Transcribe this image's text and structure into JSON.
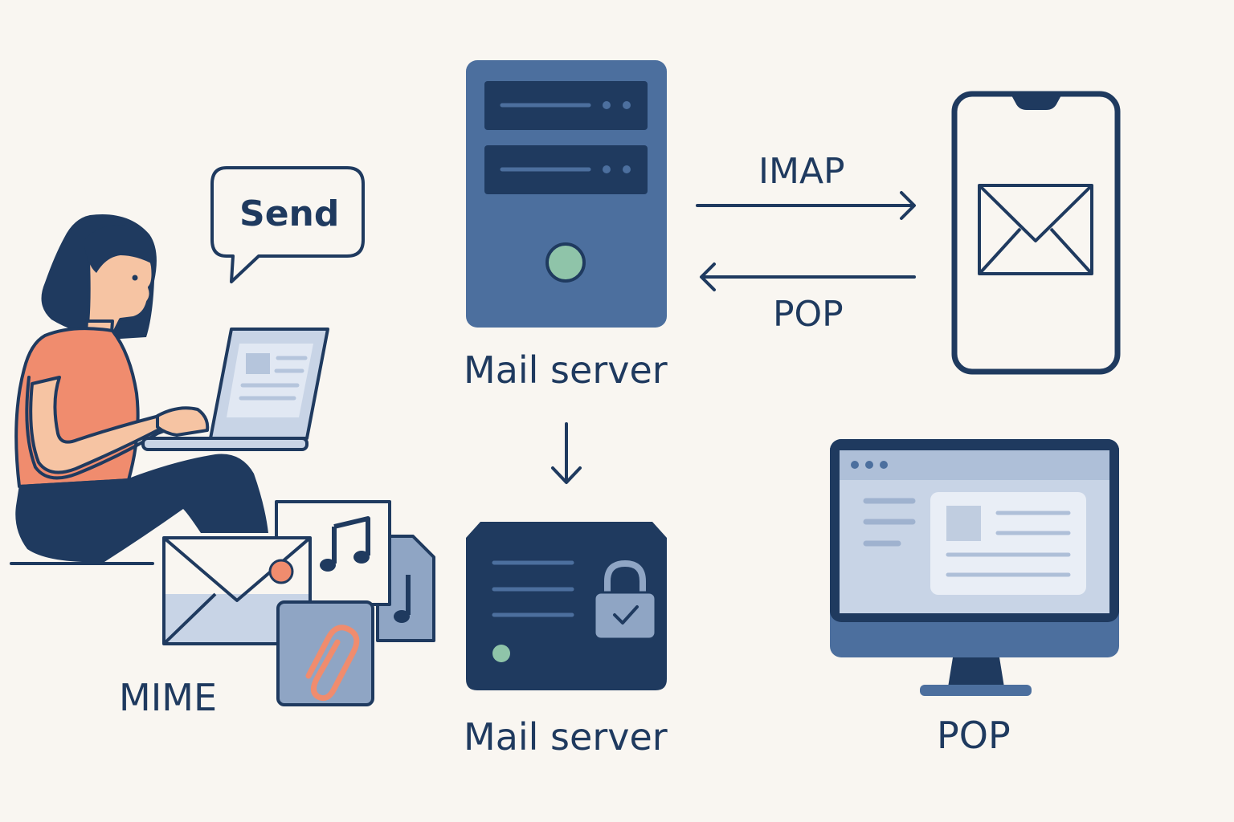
{
  "labels": {
    "send": "Send",
    "mail_server_top": "Mail server",
    "mail_server_bottom": "Mail server",
    "imap": "IMAP",
    "pop_arrow": "POP",
    "mime": "MIME",
    "pop_desktop": "POP"
  },
  "colors": {
    "background": "#f9f6f1",
    "navy": "#1f3a5f",
    "steel_blue": "#4c6f9e",
    "light_blue": "#c8d4e6",
    "coral": "#f08c6e",
    "skin": "#f6c4a3",
    "mint": "#8fc4a9"
  },
  "icons": [
    "woman-with-laptop-icon",
    "speech-bubble-icon",
    "server-tower-icon",
    "secure-server-icon",
    "lock-icon",
    "smartphone-icon",
    "envelope-icon",
    "desktop-monitor-icon",
    "music-note-icon",
    "paperclip-icon",
    "image-attachment-icon"
  ]
}
